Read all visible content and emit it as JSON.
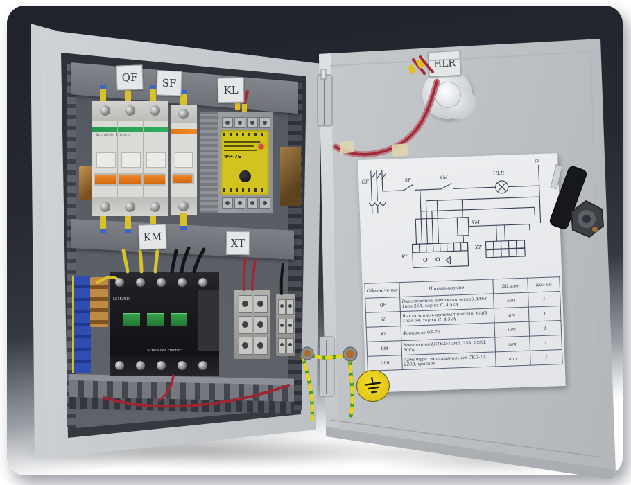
{
  "stickers": {
    "qf": "QF",
    "sf": "SF",
    "kl": "KL",
    "km": "KM",
    "xt": "XT",
    "hlr": "HLR"
  },
  "devices": {
    "breaker_brand": "Schneider Electric",
    "relay_model": "ФР-7Е",
    "contactor_model": "LC1E2510",
    "contactor_brand": "Schneider Electric"
  },
  "schematic_labels": {
    "qf": "QF",
    "sf": "SF",
    "km_contact": "KM",
    "hlr": "HLR",
    "km_coil": "KM",
    "n": "N",
    "kl": "KL",
    "xt": "XT"
  },
  "doc": {
    "table": {
      "headers": [
        "Обозначение",
        "Наименование",
        "Ед.изм",
        "Кол-во"
      ],
      "rows": [
        {
          "ref": "QF",
          "name": "Выключатель автоматический ВА63 1пол 25А, хар-ка С, 4,5кА",
          "unit": "шт",
          "qty": "1"
        },
        {
          "ref": "SF",
          "name": "Выключатель автоматический ВА63 1пол 6А, хар-ка С, 4,5кА",
          "unit": "шт",
          "qty": "1"
        },
        {
          "ref": "KL",
          "name": "Фотореле ФР-7Е",
          "unit": "шт",
          "qty": "1"
        },
        {
          "ref": "KM",
          "name": "Контактор LC1E2510M5, 25А, 220В, 50Гц",
          "unit": "шт",
          "qty": "1"
        },
        {
          "ref": "HLR",
          "name": "Арматура светосигнальная СКЛ-12, 220В, красная",
          "unit": "шт",
          "qty": "1"
        }
      ]
    }
  },
  "colors": {
    "breaker_green": "#2fae60",
    "handle_orange": "#e0751c",
    "relay_yellow": "#d2c31e",
    "contactor_green": "#2f9040",
    "bus_blue": "#2c4cb0",
    "wire_red": "#9e2430",
    "wire_yellow": "#d8c22a",
    "ground_green": "#3f9b28",
    "ground_sign_yellow": "#e6d018",
    "cabinet_gray": "#c2c6ca",
    "door_gray": "#c6cacd",
    "wall_dark": "#262932"
  }
}
